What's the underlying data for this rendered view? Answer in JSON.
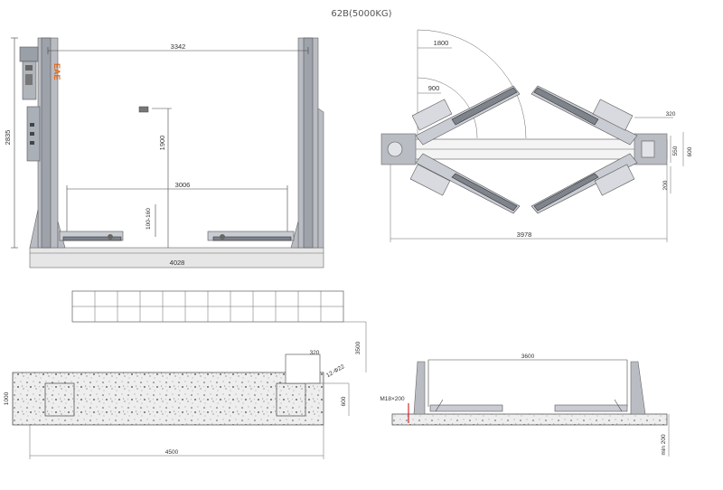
{
  "title": "62B(5000KG)",
  "brand": "EAE",
  "front_view": {
    "width_top": "3342",
    "height_total": "2835",
    "lift_height": "1900",
    "inner_width": "3006",
    "pad_height": "100-160",
    "base_width": "4028"
  },
  "top_view": {
    "swing_outer": "1800",
    "swing_inner": "900",
    "post_width": "320",
    "dim_550": "550",
    "dim_600": "600",
    "dim_200": "200",
    "overall_width": "3978"
  },
  "foundation": {
    "bolt_spacing": "320",
    "bolt_spec": "12-Φ22",
    "depth": "3500",
    "width_left": "1000",
    "width_right": "600",
    "length": "4500"
  },
  "side_view": {
    "span": "3600",
    "anchor": "M18×200",
    "min_depth": "min 200"
  }
}
